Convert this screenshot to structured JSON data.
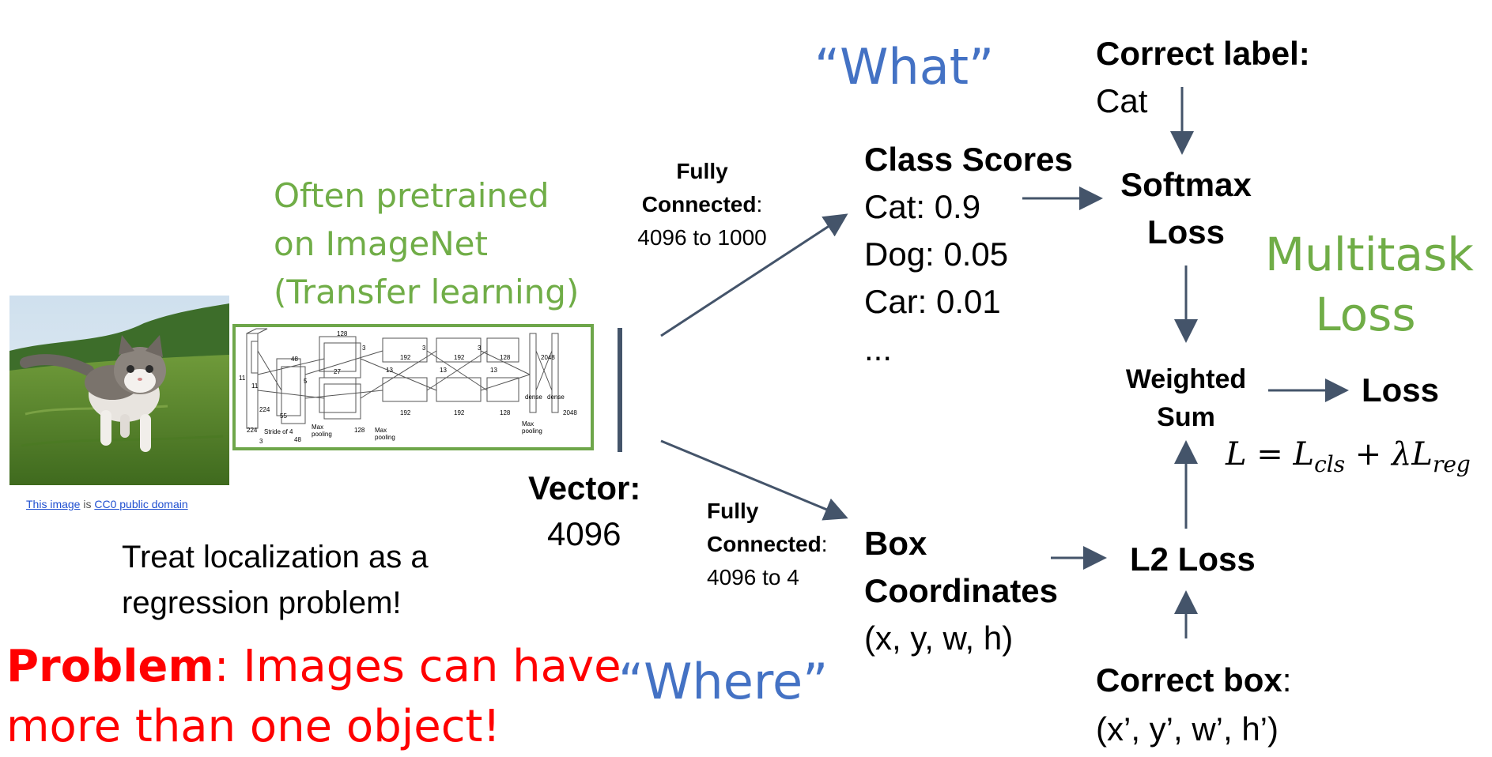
{
  "what_label": "“What”",
  "where_label": "“Where”",
  "pretrained_note": {
    "lines": [
      "Often pretrained",
      "on ImageNet",
      "(Transfer learning)"
    ]
  },
  "image_credit": {
    "link1": "This image",
    "middle": " is ",
    "link2": "CC0 public domain"
  },
  "cnn_figure": {
    "labels": [
      "224",
      "224",
      "3",
      "Stride of 4",
      "48",
      "48",
      "128",
      "128",
      "192",
      "192",
      "192",
      "192",
      "128",
      "128",
      "2048",
      "2048",
      "dense",
      "dense",
      "Max pooling",
      "Max pooling",
      "Max pooling",
      "55",
      "27",
      "13",
      "13",
      "13",
      "11",
      "11",
      "5",
      "3",
      "3",
      "3"
    ]
  },
  "vector": {
    "title": "Vector:",
    "size": "4096"
  },
  "fc_top": {
    "line1": "Fully",
    "line2": "Connected",
    "colon": ":",
    "line3": "4096 to 1000"
  },
  "fc_bottom": {
    "line1": "Fully",
    "line2": "Connected",
    "colon": ":",
    "line3": "4096 to 4"
  },
  "class_scores": {
    "title": "Class Scores",
    "items": [
      "Cat: 0.9",
      "Dog: 0.05",
      "Car: 0.01",
      "..."
    ]
  },
  "box_coords": {
    "line1": "Box",
    "line2": "Coordinates",
    "line3": "(x, y, w, h)"
  },
  "correct_label": {
    "title": "Correct label:",
    "value": "Cat"
  },
  "softmax_loss": {
    "line1": "Softmax",
    "line2": "Loss"
  },
  "multitask": {
    "line1": "Multitask",
    "line2": "Loss"
  },
  "weighted_sum": {
    "line1": "Weighted",
    "line2": "Sum"
  },
  "loss_label": "Loss",
  "formula": {
    "L": "L",
    "eq": " = ",
    "L1": "L",
    "sub1": "cls",
    "plus": " + λ",
    "L2": "L",
    "sub2": "reg"
  },
  "l2_loss": "L2 Loss",
  "correct_box": {
    "title": "Correct box",
    "colon": ":",
    "value": "(x’, y’, w’, h’)"
  },
  "treat_text": {
    "line1": "Treat localization as a",
    "line2": "regression problem!"
  },
  "problem": {
    "bold": "Problem",
    "rest1": ": Images can have",
    "line2": "more than one object!"
  },
  "colors": {
    "blue": "#4472c4",
    "green": "#70ad47",
    "red": "#ff0000",
    "arrow": "#44546a"
  }
}
